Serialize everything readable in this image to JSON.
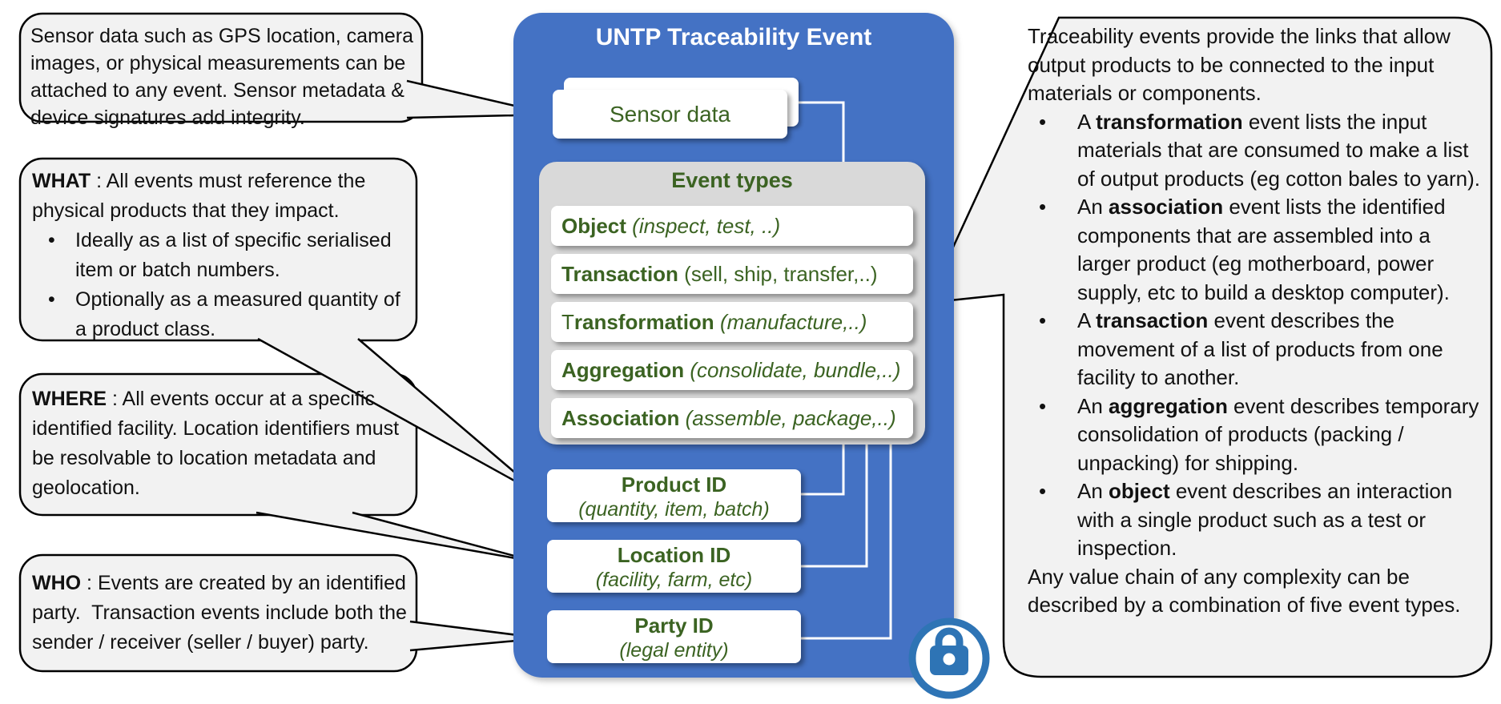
{
  "bullet_char": "•",
  "colors": {
    "panel_blue": "#4472C4",
    "dark_green_text": "#3B6322",
    "bubble_fill": "#F2F2F2",
    "gray_panel": "#D9D9D9",
    "lock_blue": "#2E74B5"
  },
  "panel": {
    "title": "UNTP Traceability Event",
    "sensor_box_label": "Sensor data",
    "event_types": {
      "header": "Event types",
      "rows": [
        {
          "name": "Object",
          "detail": "(inspect, test, ..)"
        },
        {
          "name": "Transaction",
          "detail": "(sell, ship, transfer,..)"
        },
        {
          "name_first": "T",
          "name_rest": "ransformation",
          "detail": "(manufacture,..)"
        },
        {
          "name": "Aggregation",
          "detail": "(consolidate, bundle,..)"
        },
        {
          "name": "Association",
          "detail": "(assemble, package,..)"
        }
      ]
    },
    "id_boxes": [
      {
        "name": "Product ID",
        "detail": "(quantity, item, batch)"
      },
      {
        "name": "Location ID",
        "detail": "(facility, farm, etc)"
      },
      {
        "name": "Party ID",
        "detail": "(legal entity)"
      }
    ]
  },
  "bubbles": {
    "sensor": {
      "text": "Sensor data such as GPS location, camera images, or physical measurements can be attached to any event. Sensor metadata & device signatures add integrity."
    },
    "what": {
      "keyword": "WHAT",
      "sep": " : ",
      "text": "All events must reference the physical products that they impact.",
      "bullets": [
        "Ideally as a list of specific serialised item or batch numbers.",
        "Optionally as a measured quantity of a product class."
      ]
    },
    "where": {
      "keyword": "WHERE",
      "sep": " : ",
      "text": "All events occur at a specific identified facility. Location identifiers must be resolvable to location metadata and geolocation."
    },
    "who": {
      "keyword": "WHO",
      "sep": " : ",
      "text": "Events are created by an identified party.  Transaction events include both the sender / receiver (seller / buyer) party."
    },
    "right": {
      "intro": "Traceability events provide the links that allow output products to be connected to the input materials or components.",
      "items": [
        {
          "pre": "A ",
          "keyword": "transformation",
          "rest": " event lists the input materials that are consumed to make a list of output products (eg cotton bales to yarn)."
        },
        {
          "pre": "An ",
          "keyword": "association",
          "rest": " event lists the identified components that are assembled into a larger product (eg motherboard, power supply, etc to build a desktop computer)."
        },
        {
          "pre": "A ",
          "keyword": "transaction",
          "rest": " event describes the movement of a list of products from one facility to another."
        },
        {
          "pre": "An ",
          "keyword": "aggregation",
          "rest": " event describes temporary consolidation of products (packing / unpacking) for shipping."
        },
        {
          "pre": "An ",
          "keyword": "object",
          "rest": " event describes an interaction with a single product such as a test or inspection."
        }
      ],
      "outro": "Any value chain of any complexity can be described by a combination of five event types."
    }
  }
}
